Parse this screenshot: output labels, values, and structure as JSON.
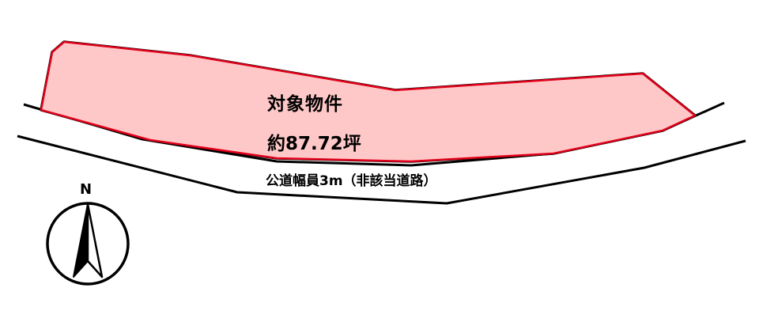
{
  "parcel": {
    "title": "対象物件",
    "area": "約87.72坪",
    "fill_color": "#ffc8c8",
    "outline_color": "#e0001a"
  },
  "road": {
    "label": "公道幅員3m（非該当道路）"
  },
  "compass": {
    "direction_label": "N",
    "icon": "north-arrow-icon"
  }
}
